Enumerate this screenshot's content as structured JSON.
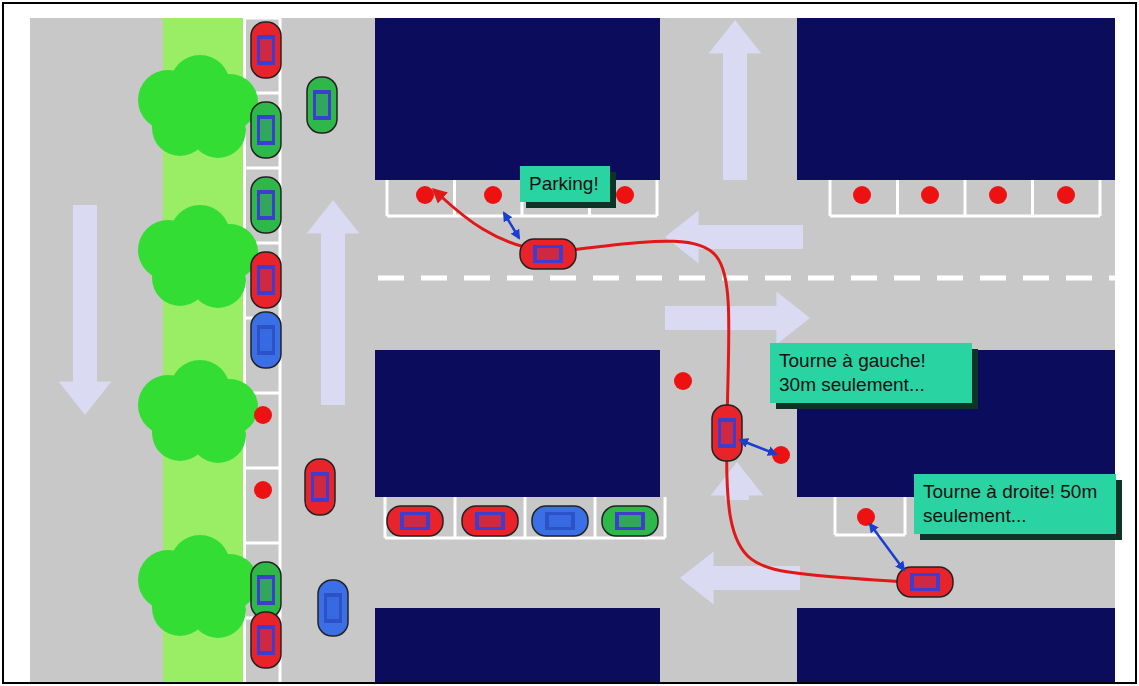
{
  "diagram": {
    "nodes": [
      {
        "text": [
          "Parking!"
        ]
      },
      {
        "text": [
          "Tourne à gauche! 30m seulement..."
        ]
      },
      {
        "text": [
          "Tourne à droite! 50m seulement..."
        ]
      }
    ]
  }
}
